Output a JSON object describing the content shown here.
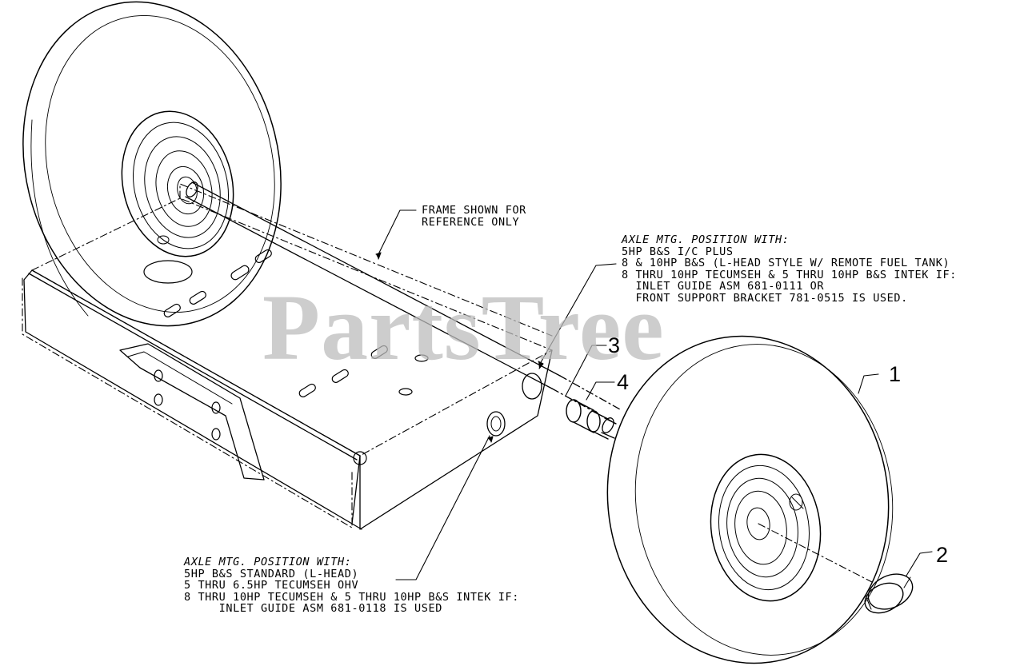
{
  "watermark": {
    "text": "PartsTree",
    "trademark": "™"
  },
  "frame_note": {
    "lines": [
      "FRAME SHOWN FOR",
      "REFERENCE ONLY"
    ]
  },
  "upper_note": {
    "heading": "AXLE MTG. POSITION WITH:",
    "lines": [
      "5HP B&S I/C PLUS",
      "8 & 10HP B&S (L-HEAD STYLE W/ REMOTE FUEL TANK)",
      "8 THRU 10HP TECUMSEH & 5 THRU 10HP B&S INTEK IF:",
      "  INLET GUIDE ASM 681-0111 OR",
      "  FRONT SUPPORT BRACKET 781-0515 IS USED."
    ]
  },
  "lower_note": {
    "heading": "AXLE MTG. POSITION WITH:",
    "lines": [
      "5HP B&S STANDARD (L-HEAD)",
      "5 THRU 6.5HP TECUMSEH OHV",
      "8 THRU 10HP TECUMSEH & 5 THRU 10HP B&S INTEK IF:",
      "     INLET GUIDE ASM 681-0118 IS USED"
    ]
  },
  "callouts": {
    "c1": "1",
    "c2": "2",
    "c3": "3",
    "c4": "4"
  }
}
